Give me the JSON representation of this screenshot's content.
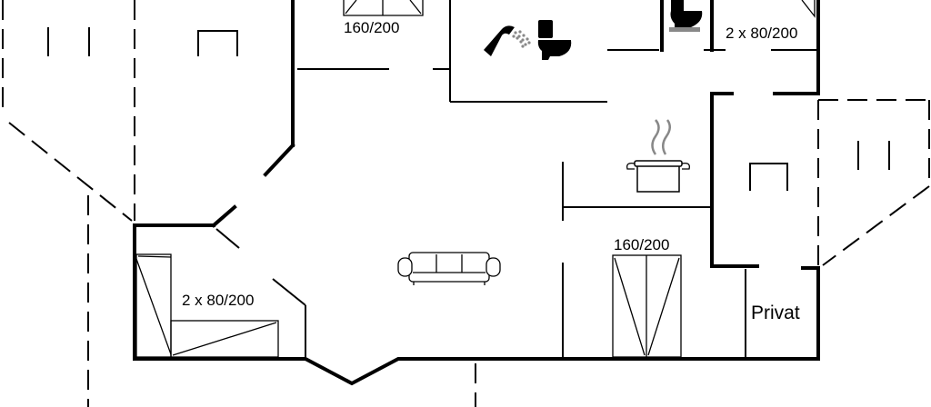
{
  "labels": {
    "bedroom_top": "160/200",
    "bedroom_top_right": "2 x 80/200",
    "bedroom_left": "2 x 80/200",
    "bedroom_center": "160/200",
    "private_room": "Privat"
  },
  "icons": [
    "shower-icon",
    "toilet-icon",
    "cooking-pot-icon",
    "sofa-icon",
    "double-bed-icon",
    "single-beds-icon",
    "door-icon"
  ]
}
